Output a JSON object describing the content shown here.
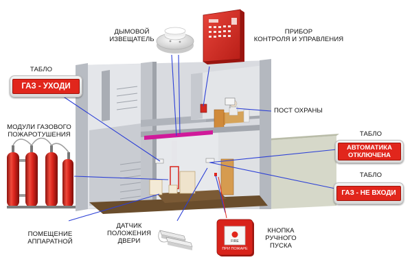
{
  "labels": {
    "smoke_detector": [
      "ДЫМОВОЙ",
      "ИЗВЕЩАТЕЛЬ"
    ],
    "control_panel": [
      "ПРИБОР",
      "КОНТРОЛЯ И УПРАВЛЕНИЯ"
    ],
    "sign_gas_out": "ТАБЛО",
    "security_post": "ПОСТ ОХРАНЫ",
    "gas_modules": [
      "МОДУЛИ ГАЗОВОГО",
      "ПОЖАРОТУШЕНИЯ"
    ],
    "sign_auto_off": "ТАБЛО",
    "sign_no_entry": "ТАБЛО",
    "equipment_room": [
      "ПОМЕЩЕНИЕ",
      "АППАРАТНОЙ"
    ],
    "door_sensor": [
      "ДАТЧИК",
      "ПОЛОЖЕНИЯ",
      "ДВЕРИ"
    ],
    "manual_button": [
      "КНОПКА",
      "РУЧНОГО",
      "ПУСКА"
    ]
  },
  "signs": {
    "gas_out": [
      "ГАЗ - УХОДИ"
    ],
    "auto_off": [
      "АВТОМАТИКА",
      "ОТКЛЮЧЕНА"
    ],
    "no_entry": [
      "ГАЗ - НЕ ВХОДИ"
    ]
  },
  "button_panel": {
    "fire": "FIRE",
    "caption": "ПРИ ПОЖАРЕ"
  },
  "colors": {
    "sign_red": "#e1261c",
    "leader_blue": "#2b3fd6",
    "cylinder_red": "#d8231b",
    "panel_red": "#d32a22",
    "cable_magenta": "#d01a9a"
  }
}
